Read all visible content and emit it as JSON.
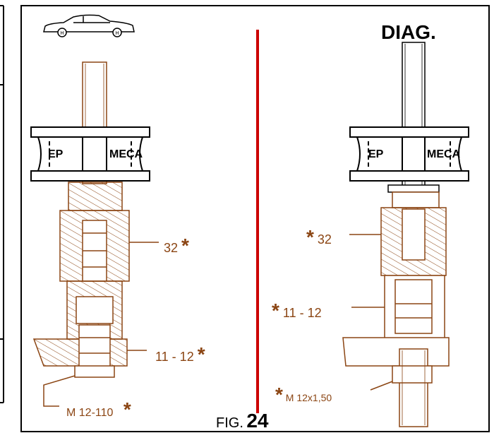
{
  "header_label": "DIAG.",
  "figure": {
    "prefix": "FIG.",
    "number": "24"
  },
  "left_tool": {
    "pad_left": "EP",
    "pad_right": "MECA"
  },
  "right_tool": {
    "pad_left": "EP",
    "pad_right": "MECA"
  },
  "callouts": {
    "left_upper": "32",
    "left_middle": "11 - 12",
    "left_lower": "M 12-110",
    "right_upper": "32",
    "right_middle": "11 - 12",
    "right_lower": "M 12x1,50",
    "star": "*"
  },
  "colors": {
    "drawing": "#8b4513",
    "divider": "#cc0000",
    "pads": "#000000"
  }
}
